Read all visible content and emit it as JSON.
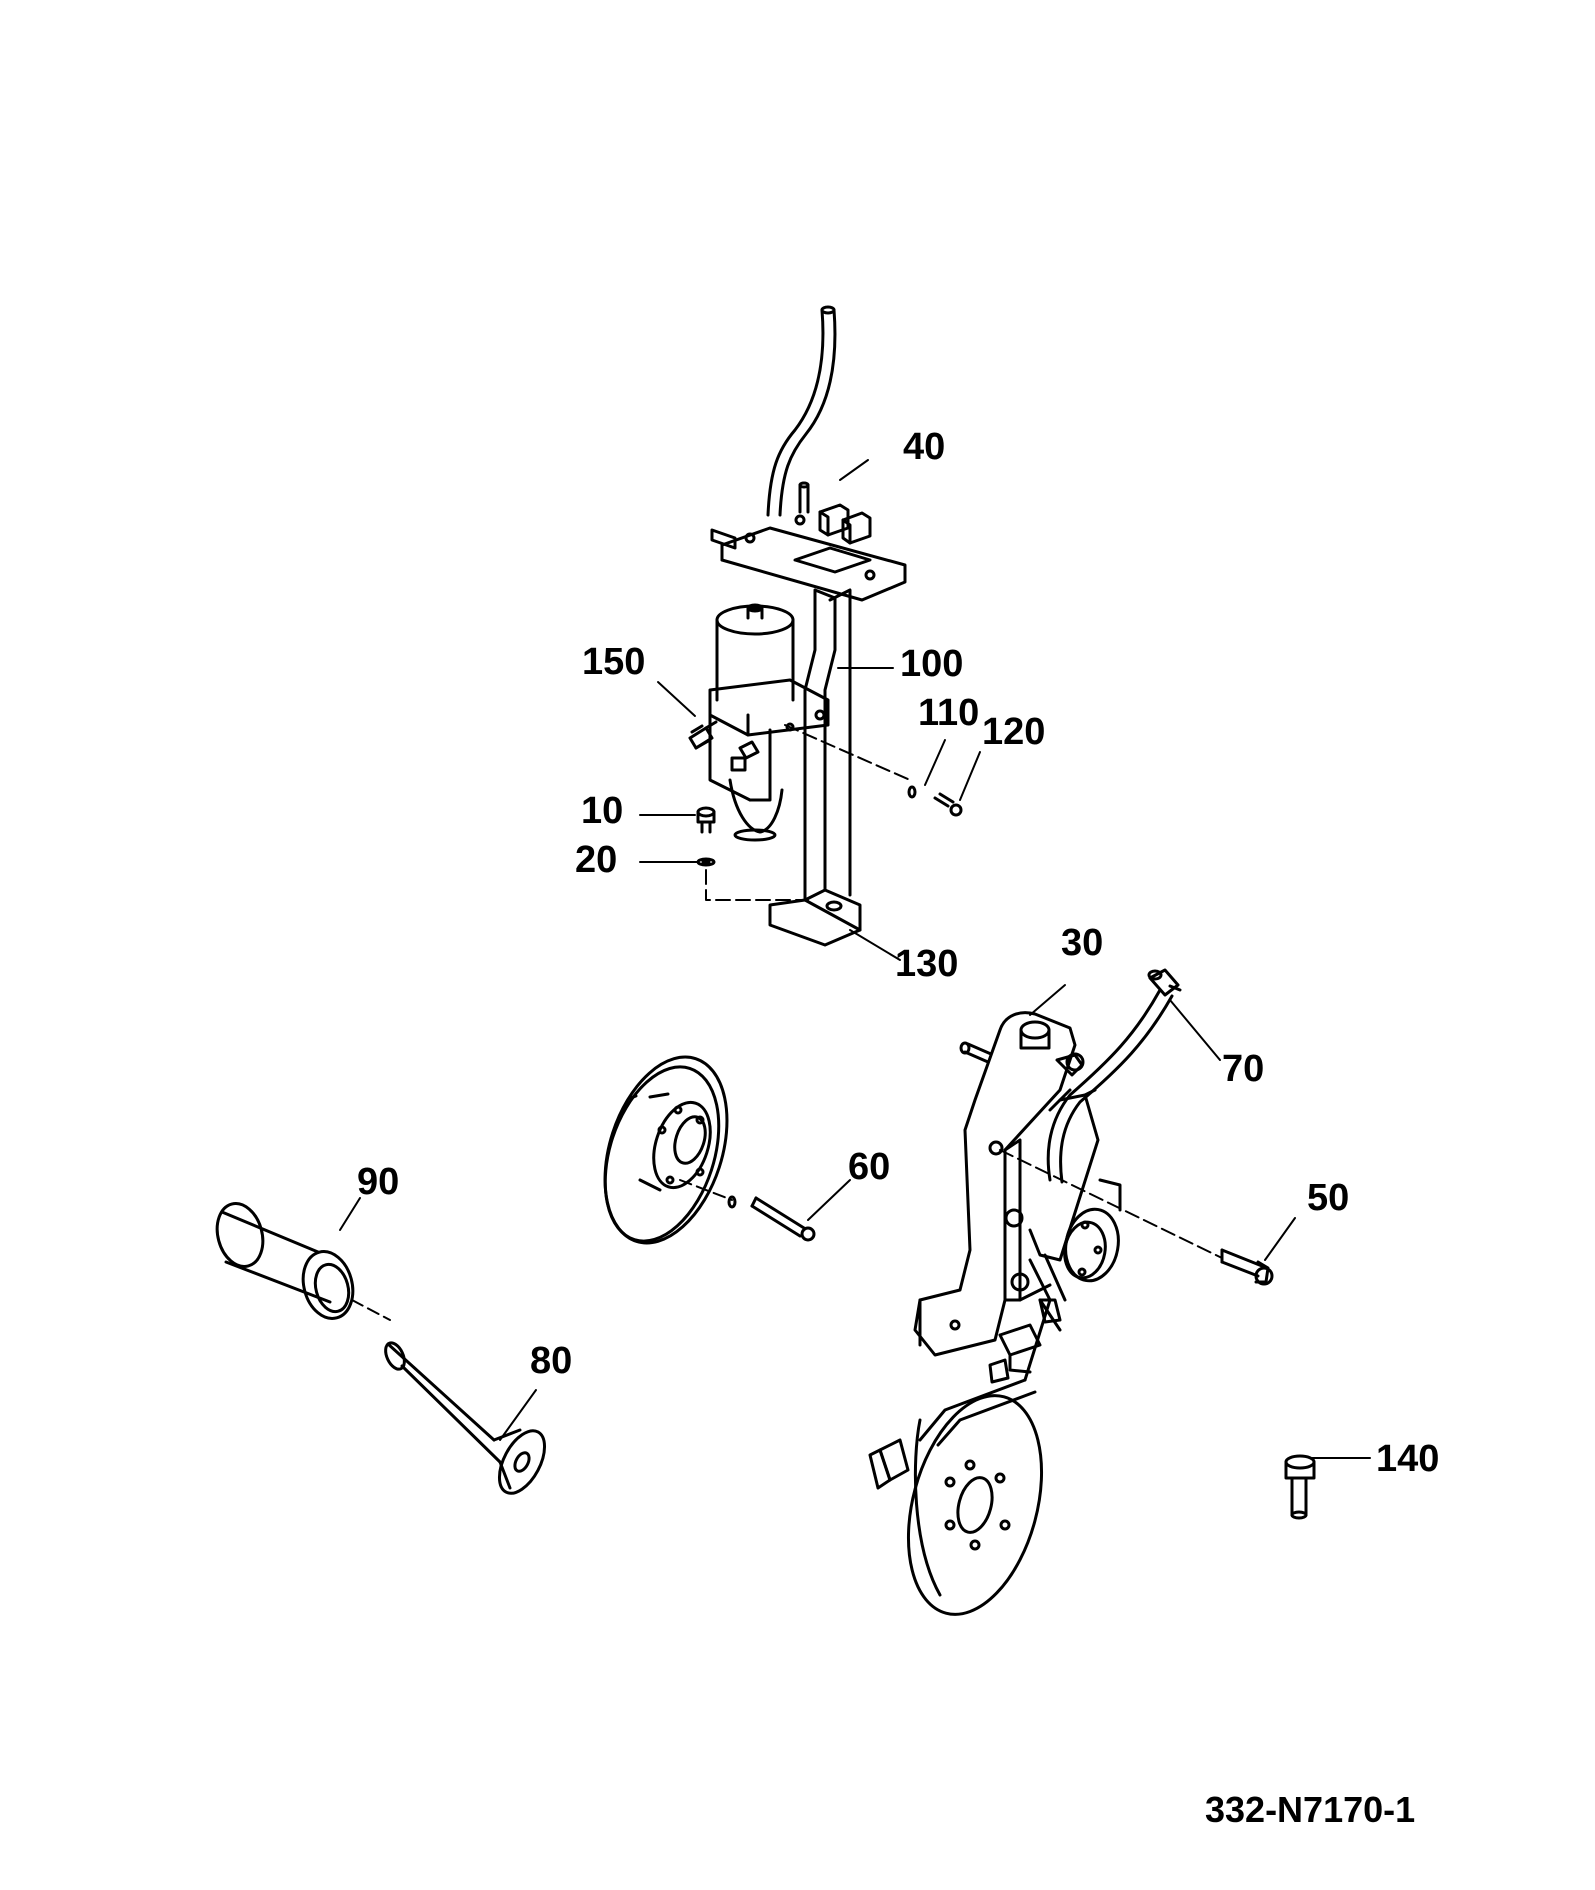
{
  "diagram": {
    "type": "exploded parts diagram",
    "line_color": "#000000",
    "background_color": "#ffffff",
    "callouts": [
      "10",
      "20",
      "30",
      "40",
      "50",
      "60",
      "70",
      "80",
      "90",
      "100",
      "110",
      "120",
      "130",
      "140",
      "150"
    ],
    "drawing_reference": "332-N7170-1"
  }
}
